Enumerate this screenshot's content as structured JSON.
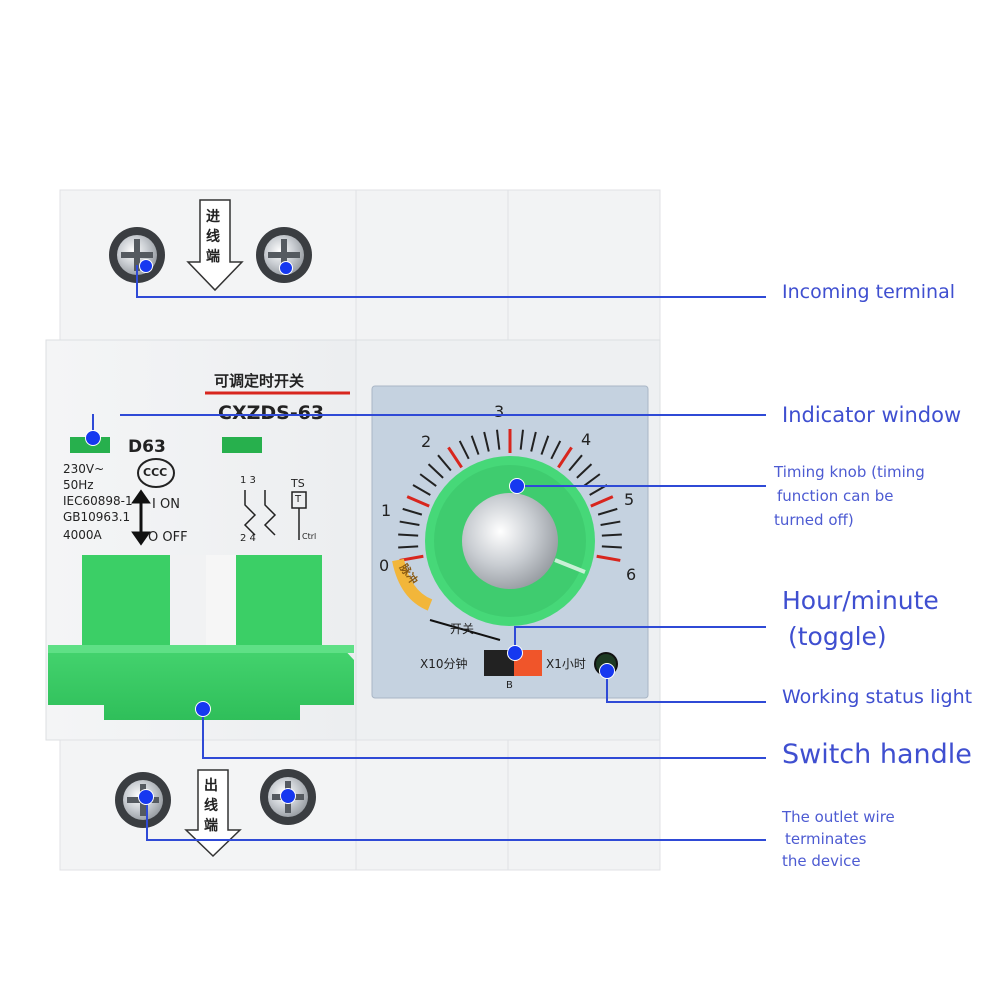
{
  "device": {
    "top_arrow_text": [
      "进",
      "线",
      "端"
    ],
    "bottom_arrow_text": [
      "出",
      "线",
      "端"
    ],
    "title_cn": "可调定时开关",
    "model": "CXZDS-63",
    "rating": "D63",
    "cert_mark": "CCC",
    "specs": [
      "230V~",
      "50Hz",
      "IEC60898-1",
      "GB10963.1",
      "4000A"
    ],
    "on_label": "I ON",
    "off_label": "O OFF",
    "diagram_top_terminals": "1 3",
    "diagram_bottom_terminals": "2 4",
    "diagram_ts": "TS",
    "diagram_t": "T",
    "diagram_ctrl": "Ctrl",
    "dial_numbers": [
      "0",
      "1",
      "2",
      "3",
      "4",
      "5",
      "6"
    ],
    "pulse_label": "脉冲",
    "switch_label": "开关",
    "minute_label": "X10分钟",
    "hour_label": "X1小时",
    "toggle_b_label": "B"
  },
  "callouts": {
    "incoming_terminal": "Incoming terminal",
    "indicator_window": "Indicator window",
    "timing_knob": [
      "Timing knob (timing",
      "function can be",
      "turned off)"
    ],
    "hour_minute": [
      "Hour/minute",
      "(toggle)"
    ],
    "working_status_light": "Working status light",
    "switch_handle": "Switch handle",
    "outlet_wire": [
      "The outlet wire",
      "terminates",
      "the device"
    ]
  },
  "colors": {
    "callout_text": "#3f4fd0",
    "leader_line": "#2f4ad6",
    "dot": "#1638f0",
    "handle_green": "#3ed36a",
    "knob_green": "#46d878",
    "panel_blue": "#c3d0df",
    "title_red": "#d8261e",
    "orange_toggle": "#f0552a"
  }
}
